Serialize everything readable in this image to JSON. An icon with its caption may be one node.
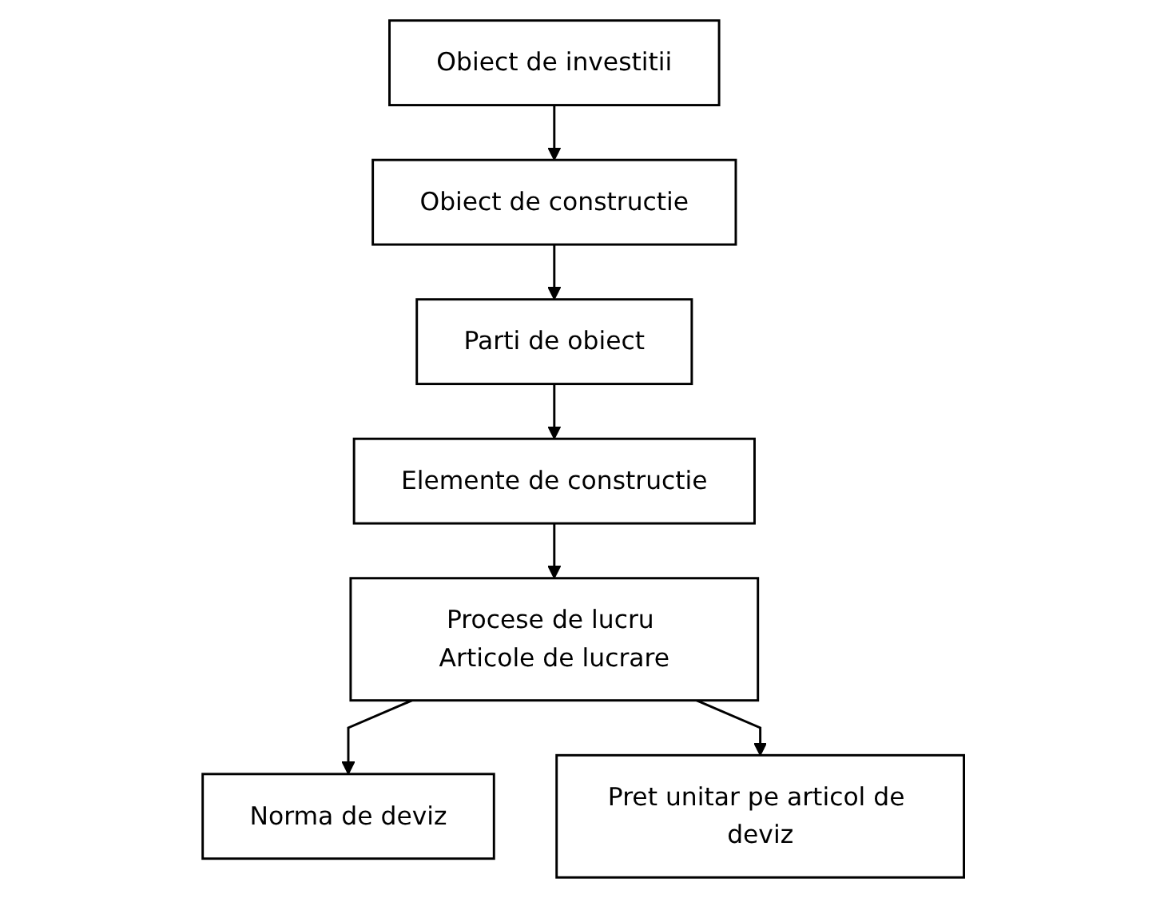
{
  "diagram": {
    "nodes": [
      {
        "text": [
          "Obiect de investitii"
        ]
      },
      {
        "text": [
          "Obiect de constructie"
        ]
      },
      {
        "text": [
          "Parti de obiect"
        ]
      },
      {
        "text": [
          "Elemente de constructie"
        ]
      },
      {
        "text": [
          "Procese de lucru Articole de lucrare"
        ]
      },
      {
        "text": [
          "Norma de deviz"
        ]
      },
      {
        "text": [
          "Pret unitar pe articol de deviz"
        ]
      }
    ],
    "edges": [
      {
        "from": 0,
        "to": 1,
        "arrow": "to"
      },
      {
        "from": 1,
        "to": 2,
        "arrow": "to"
      },
      {
        "from": 2,
        "to": 3,
        "arrow": "to"
      },
      {
        "from": 3,
        "to": 4,
        "arrow": "to"
      },
      {
        "from": 4,
        "to": 5,
        "arrow": "to"
      },
      {
        "from": 4,
        "to": 6,
        "arrow": "to"
      }
    ]
  }
}
